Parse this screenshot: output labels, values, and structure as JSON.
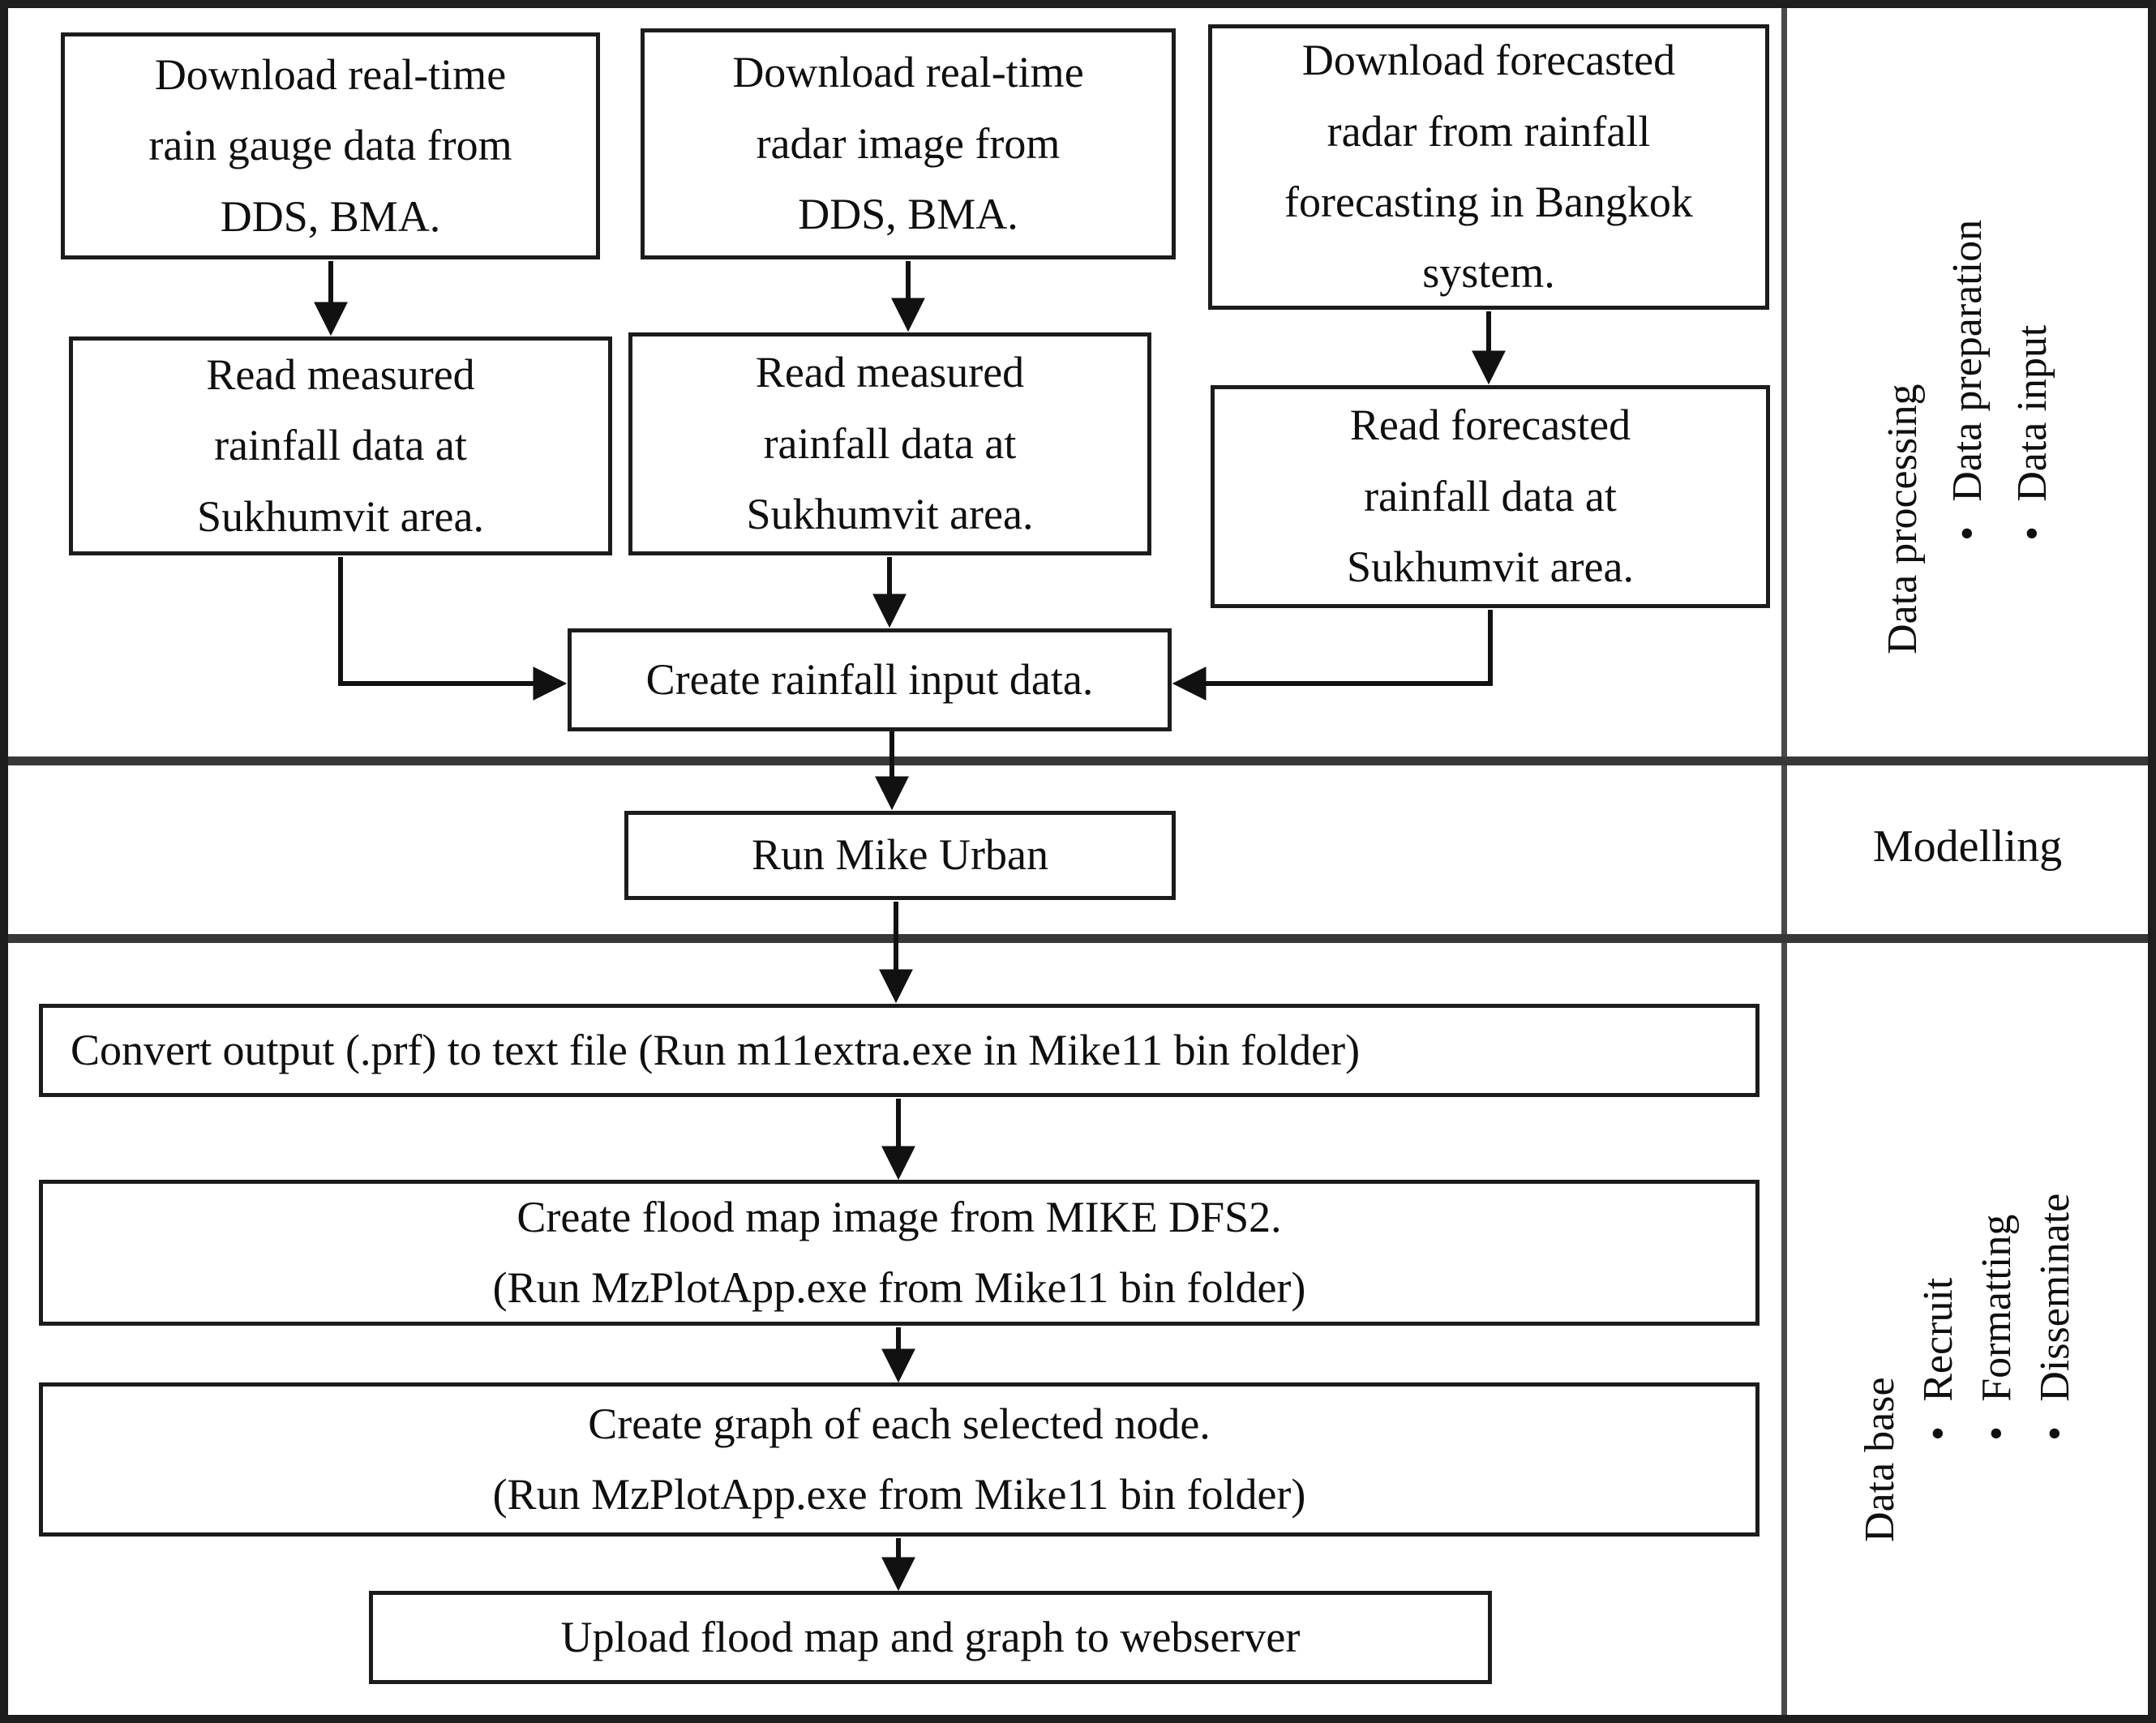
{
  "figure": {
    "type": "flowchart",
    "bullet_char": "•",
    "nodes": [
      {
        "id": "download-rain-gauge",
        "label": "Download real-time\nrain gauge data from\nDDS, BMA."
      },
      {
        "id": "download-radar-image",
        "label": "Download real-time\nradar image from\nDDS, BMA."
      },
      {
        "id": "download-forecast-radar",
        "label": "Download forecasted\nradar from rainfall\nforecasting in Bangkok\nsystem."
      },
      {
        "id": "read-measured-gauge",
        "label": "Read measured\nrainfall data at\nSukhumvit area."
      },
      {
        "id": "read-measured-radar",
        "label": "Read measured\nrainfall data at\nSukhumvit area."
      },
      {
        "id": "read-forecasted",
        "label": "Read forecasted\nrainfall data at\nSukhumvit area."
      },
      {
        "id": "create-rainfall-input",
        "label": "Create rainfall input data."
      },
      {
        "id": "run-mike-urban",
        "label": "Run Mike Urban"
      },
      {
        "id": "convert-output",
        "label": "Convert output (.prf) to text file (Run m11extra.exe in Mike11 bin folder)"
      },
      {
        "id": "create-flood-map",
        "label": "Create flood map image from MIKE DFS2.\n(Run MzPlotApp.exe from Mike11 bin folder)"
      },
      {
        "id": "create-graph",
        "label": "Create graph of each selected node.\n(Run MzPlotApp.exe from Mike11 bin folder)"
      },
      {
        "id": "upload-webserver",
        "label": "Upload flood map and graph to webserver"
      }
    ],
    "side_sections": [
      {
        "heading": "Data processing",
        "items": [
          "Data preparation",
          "Data input"
        ]
      },
      {
        "heading": "Modelling",
        "items": []
      },
      {
        "heading": "Data base",
        "items": [
          "Recruit",
          "Formatting",
          "Disseminate"
        ]
      }
    ],
    "colors": {
      "box_border": "#1c1c1c",
      "section_divider": "#383838",
      "sidebar_separator": "#4a4a4a",
      "text": "#0f0f0f",
      "background": "#ffffff"
    }
  }
}
